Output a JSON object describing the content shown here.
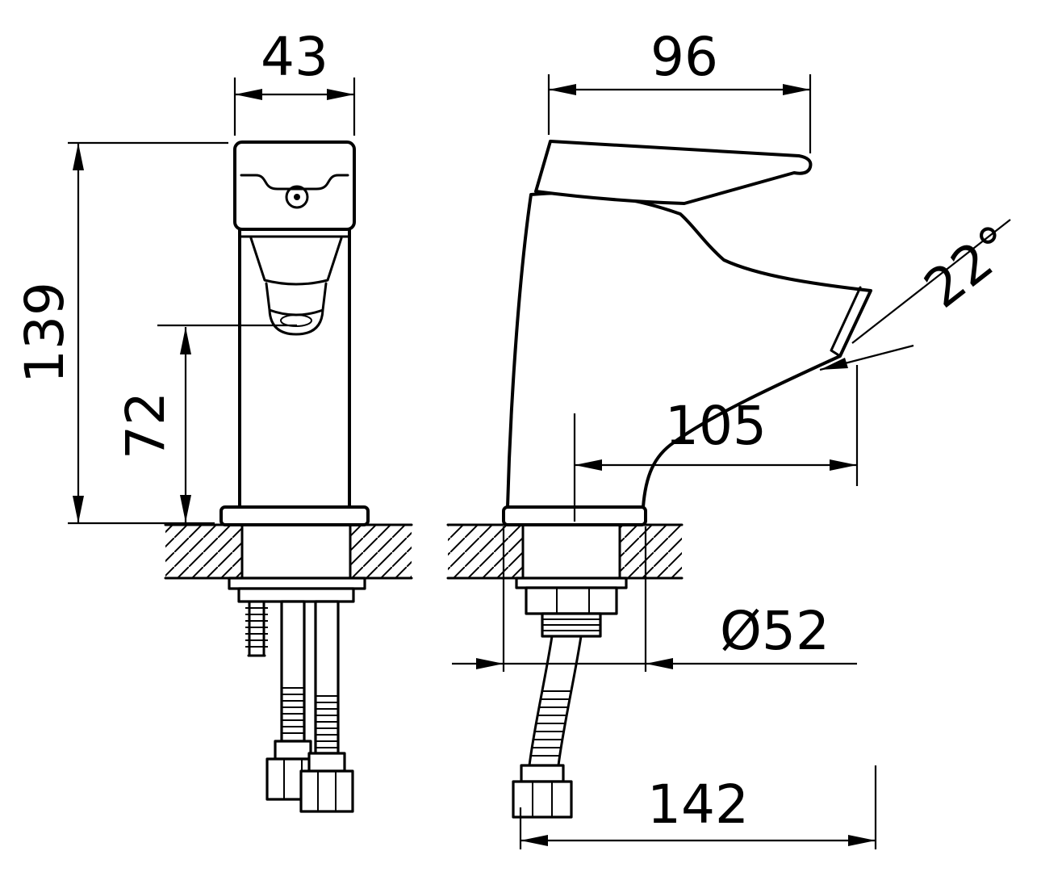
{
  "colors": {
    "line": "#000000",
    "background": "#ffffff"
  },
  "labels": {
    "front_width": "43",
    "overall_height": "139",
    "outlet_height": "72",
    "handle_length": "96",
    "spout_angle": "22°",
    "spout_reach": "105",
    "base_diameter": "Ø52",
    "overall_depth": "142"
  }
}
